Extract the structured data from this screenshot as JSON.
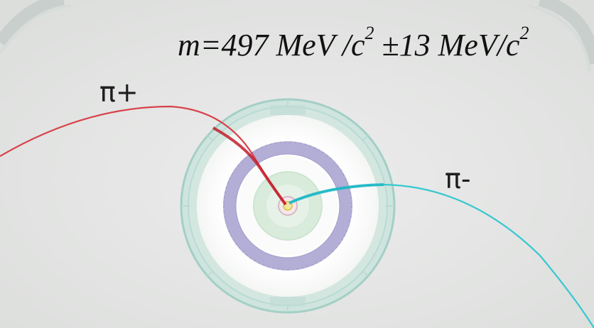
{
  "mass_label": {
    "prefix": "m=497 MeV /c",
    "exp1": "2",
    "middle": " ±13 MeV/c",
    "exp2": "2"
  },
  "tracks": [
    {
      "label": "π+",
      "color": "#d8424a"
    },
    {
      "label": "π-",
      "color": "#37c8d0"
    }
  ],
  "colors": {
    "background": "#e6e7e6",
    "outer_ring": "#a9d2c8",
    "purple_ring": "#b3aed6",
    "inner_green": "#d9ecdc",
    "vertex": "#e0c030"
  }
}
